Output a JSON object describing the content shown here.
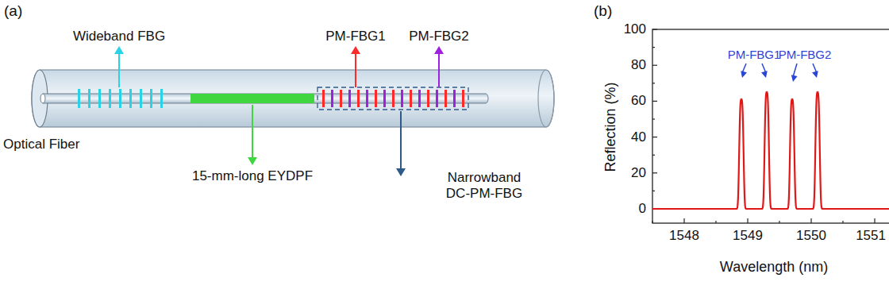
{
  "diagram": {
    "labels": [
      "(a)",
      "Wideband FBG",
      "PM-FBG1",
      "PM-FBG2",
      "Optical Fiber",
      "15-mm-long EYDPF",
      "Narrowband DC-PM-FBG",
      "(b)",
      "PM-FBG1",
      "PM-FBG2",
      "100",
      "80",
      "60",
      "40",
      "20",
      "0",
      "1548",
      "1549",
      "1550",
      "1551",
      "Reflection (%)",
      "Wavelength (nm)"
    ]
  }
}
